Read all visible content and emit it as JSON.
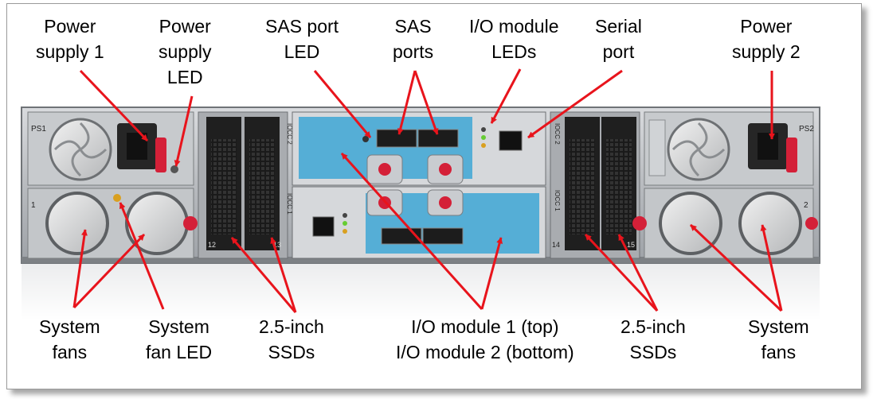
{
  "labels": {
    "power_supply_1": [
      "Power",
      "supply 1"
    ],
    "power_supply_led": [
      "Power",
      "supply",
      "LED"
    ],
    "sas_port_led": [
      "SAS port",
      "LED"
    ],
    "sas_ports": [
      "SAS",
      "ports"
    ],
    "io_module_leds": [
      "I/O module",
      "LEDs"
    ],
    "serial_port": [
      "Serial",
      "port"
    ],
    "power_supply_2": [
      "Power",
      "supply 2"
    ],
    "system_fans_left": [
      "System",
      "fans"
    ],
    "system_fan_led": [
      "System",
      "fan LED"
    ],
    "ssds_left": [
      "2.5-inch",
      "SSDs"
    ],
    "io_modules": [
      "I/O module 1 (top)",
      "I/O module 2 (bottom)"
    ],
    "ssds_right": [
      "2.5-inch",
      "SSDs"
    ],
    "system_fans_right": [
      "System",
      "fans"
    ]
  },
  "chassis_marks": {
    "ps1": "PS1",
    "ps2": "PS2",
    "fan_tray_1": "1",
    "fan_tray_2": "2",
    "iocc_top": "IOCC 2",
    "iocc_bottom": "IOCC 1",
    "iocc_right_top": "IOCC 2",
    "iocc_right_bottom": "IOCC 1",
    "bay_12": "12",
    "bay_13": "13",
    "bay_14": "14",
    "bay_15": "15"
  },
  "colors": {
    "callout_arrow": "#e8141c",
    "chassis": "#b9bcc0",
    "io_panel": "#55aed6",
    "latch": "#d42038"
  }
}
